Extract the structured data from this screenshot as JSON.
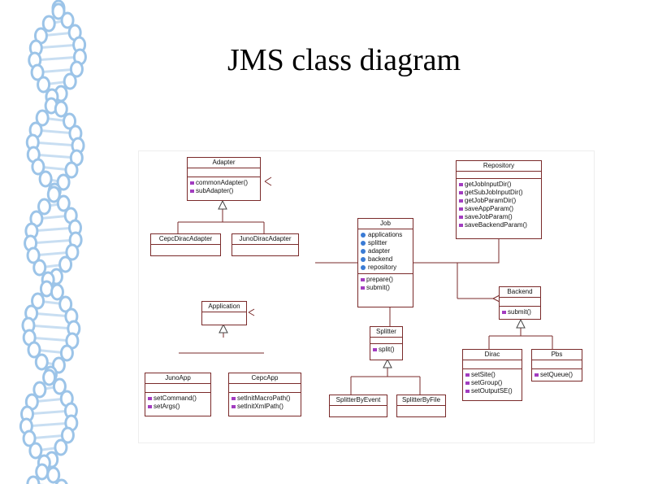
{
  "title": "JMS class diagram",
  "decoration": {
    "icon": "dna-helix-icon",
    "color": "#9cc4e8"
  },
  "classes": [
    {
      "name": "Adapter",
      "attributes": [],
      "operations": [
        "commonAdapter()",
        "subAdapter()"
      ]
    },
    {
      "name": "CepcDiracAdapter",
      "attributes": [],
      "operations": []
    },
    {
      "name": "JunoDiracAdapter",
      "attributes": [],
      "operations": []
    },
    {
      "name": "Job",
      "attributes": [
        "applications",
        "splitter",
        "adapter",
        "backend",
        "repository"
      ],
      "operations": [
        "prepare()",
        "submit()"
      ]
    },
    {
      "name": "Repository",
      "attributes": [],
      "operations": [
        "getJobInputDir()",
        "getSubJobInputDir()",
        "getJobParamDir()",
        "saveAppParam()",
        "saveJobParam()",
        "saveBackendParam()"
      ]
    },
    {
      "name": "Application",
      "attributes": [],
      "operations": []
    },
    {
      "name": "JunoApp",
      "attributes": [],
      "operations": [
        "setCommand()",
        "setArgs()"
      ]
    },
    {
      "name": "CepcApp",
      "attributes": [],
      "operations": [
        "setInitMacroPath()",
        "setInitXmlPath()"
      ]
    },
    {
      "name": "Splitter",
      "attributes": [],
      "operations": [
        "split()"
      ]
    },
    {
      "name": "SplitterByEvent",
      "attributes": [],
      "operations": []
    },
    {
      "name": "SplitterByFile",
      "attributes": [],
      "operations": []
    },
    {
      "name": "Backend",
      "attributes": [],
      "operations": [
        "submit()"
      ]
    },
    {
      "name": "Dirac",
      "attributes": [],
      "operations": [
        "setSite()",
        "setGroup()",
        "setOutputSE()"
      ]
    },
    {
      "name": "Pbs",
      "attributes": [],
      "operations": [
        "setQueue()"
      ]
    }
  ],
  "colors": {
    "class_border": "#7a2a2a",
    "attribute_icon": "#3a7bd5",
    "operation_icon": "#a23cc0"
  }
}
